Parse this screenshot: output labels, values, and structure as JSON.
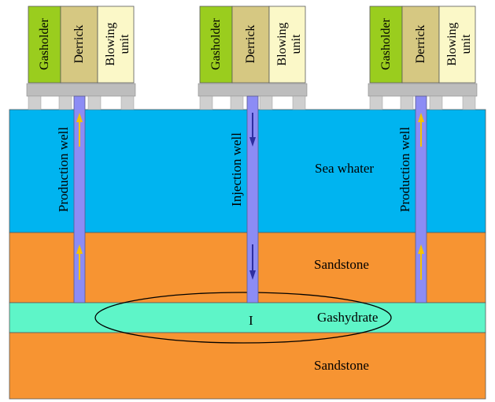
{
  "platform_labels": {
    "gasholder": "Gasholder",
    "derrick": "Derrick",
    "blowing_line1": "Blowing",
    "blowing_line2": "unit"
  },
  "wells": [
    {
      "label": "Production well",
      "flow": "up"
    },
    {
      "label": "Injection well",
      "flow": "down"
    },
    {
      "label": "Production well",
      "flow": "up"
    }
  ],
  "layers": {
    "sea": "Sea whater",
    "sandstone_upper": "Sandstone",
    "gas_hydrate": "Gashydrate",
    "sandstone_lower": "Sandstone"
  },
  "zone_marker": "I",
  "colors": {
    "sea": "#00b4f0",
    "sandstone": "#f79432",
    "gas_hydrate": "#5ef5c8",
    "gasholder": "#9acd1e",
    "derrick": "#d6c882",
    "blowing_unit": "#fbf8c8",
    "pipe": "#8c8cf5",
    "arrow_up": "#f5c300",
    "arrow_down": "#2e2ea0"
  }
}
